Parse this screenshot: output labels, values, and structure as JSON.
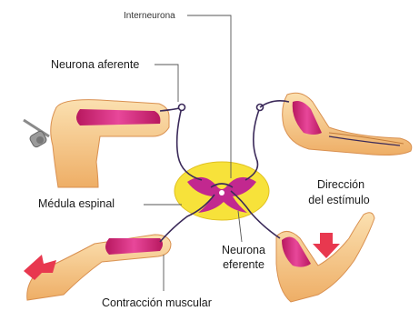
{
  "labels": {
    "interneurona": "Interneurona",
    "neurona_aferente": "Neurona aferente",
    "medula_espinal": "Médula espinal",
    "neurona_eferente_1": "Neurona",
    "neurona_eferente_2": "eferente",
    "direccion_1": "Dirección",
    "direccion_2": "del estímulo",
    "contraccion": "Contracción muscular"
  },
  "colors": {
    "skin": "#f6c98a",
    "skin_shadow": "#e9a85e",
    "muscle": "#d9307a",
    "muscle_light": "#f28fb8",
    "cord_outer": "#f7e23a",
    "cord_inner": "#c2288f",
    "nerve": "#3b2a5a",
    "leader": "#555555",
    "arrow": "#e8384f"
  }
}
